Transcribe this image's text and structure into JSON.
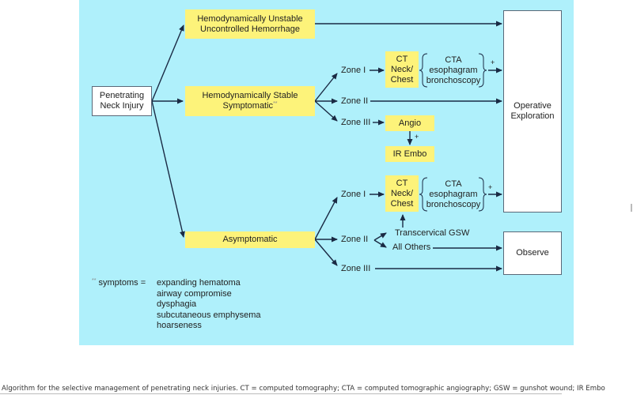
{
  "diagram": {
    "start": "Penetrating Neck Injury",
    "branches": {
      "unstable": [
        "Hemodynamically Unstable",
        "Uncontrolled Hemorrhage"
      ],
      "stable": [
        "Hemodynamically Stable",
        "Symptomatic"
      ],
      "stable_marker": "**",
      "asymptomatic": "Asymptomatic"
    },
    "zones": {
      "zone1": "Zone I",
      "zone2": "Zone II",
      "zone3": "Zone III"
    },
    "tests": {
      "ct": [
        "CT",
        "Neck/",
        "Chest"
      ],
      "cta_group": [
        "CTA",
        "esophagram",
        "bronchoscopy"
      ],
      "angio": "Angio",
      "ir_embo": "IR Embo",
      "positive": "+"
    },
    "zone2_asym": {
      "transcervical": "Transcervical GSW",
      "others": "All Others"
    },
    "outcomes": {
      "operative": [
        "Operative",
        "Exploration"
      ],
      "observe": "Observe"
    },
    "legend": {
      "marker": "**",
      "label": "symptoms =",
      "items": [
        "expanding hematoma",
        "airway compromise",
        "dysphagia",
        "subcutaneous emphysema",
        "hoarseness"
      ]
    },
    "colors": {
      "panel": "#aff0fb",
      "box_yellow": "#fdf37a",
      "arrow": "#1a2a44"
    }
  },
  "caption": "Algorithm for the selective management of penetrating neck injuries. CT = computed tomography; CTA = computed tomographic angiography; GSW = gunshot wound; IR Embo"
}
